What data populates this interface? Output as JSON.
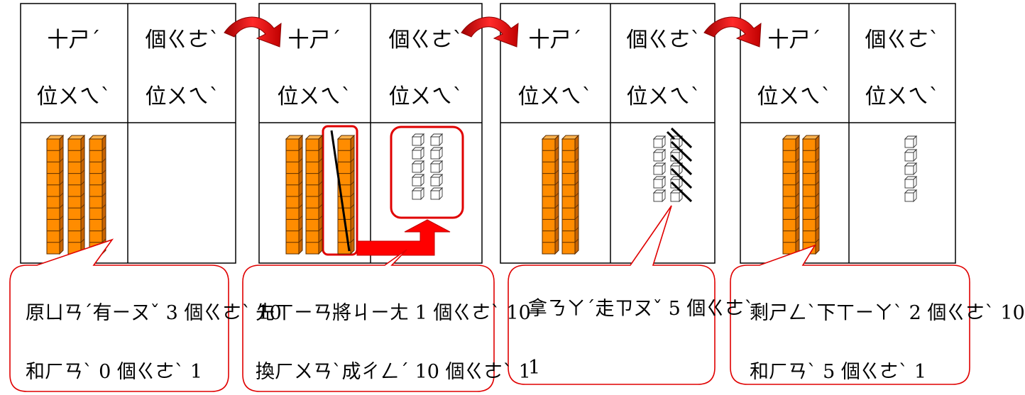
{
  "panels": [
    {
      "header_tens": "十ㄕˊ位ㄨㄟˋ",
      "header_ones": "個ㄍㄜˋ位ㄨㄟˋ",
      "tens_top": "十ㄕˊ",
      "tens_bottom": "位ㄨㄟˋ",
      "ones_top": "個ㄍㄜˋ",
      "ones_bottom": "位ㄨㄟˋ",
      "tens_rods": 3,
      "ones_cubes": 0,
      "bubble_line1": "原ㄩㄢˊ有ㄧㄡˇ 3 個ㄍㄜˋ 10",
      "bubble_line2": "和ㄏㄢˋ 0 個ㄍㄜˋ 1"
    },
    {
      "tens_top": "十ㄕˊ",
      "tens_bottom": "位ㄨㄟˋ",
      "ones_top": "個ㄍㄜˋ",
      "ones_bottom": "位ㄨㄟˋ",
      "tens_rods": 3,
      "ones_cubes": 10,
      "bubble_line1": "先ㄒㄧㄢ將ㄐㄧㄤ 1 個ㄍㄜˋ 10",
      "bubble_line2": "換ㄏㄨㄢˋ成ㄔㄥˊ 10 個ㄍㄜˋ 1"
    },
    {
      "tens_top": "十ㄕˊ",
      "tens_bottom": "位ㄨㄟˋ",
      "ones_top": "個ㄍㄜˋ",
      "ones_bottom": "位ㄨㄟˋ",
      "tens_rods": 2,
      "ones_cubes": 10,
      "crossed_out": 5,
      "bubble_line1": "拿ㄋㄚˊ走ㄗㄡˇ 5 個ㄍㄜˋ",
      "bubble_line2": "1"
    },
    {
      "tens_top": "十ㄕˊ",
      "tens_bottom": "位ㄨㄟˋ",
      "ones_top": "個ㄍㄜˋ",
      "ones_bottom": "位ㄨㄟˋ",
      "tens_rods": 2,
      "ones_cubes": 5,
      "bubble_line1": "剩ㄕㄥˋ下ㄒㄧㄚˋ 2 個ㄍㄜˋ 10",
      "bubble_line2": "和ㄏㄢˋ 5 個ㄍㄜˋ 1"
    }
  ],
  "colors": {
    "rod_fill": "#ff8c00",
    "rod_stroke": "#5a2d00",
    "accent_red": "#e00000",
    "grid_line": "#000000"
  }
}
